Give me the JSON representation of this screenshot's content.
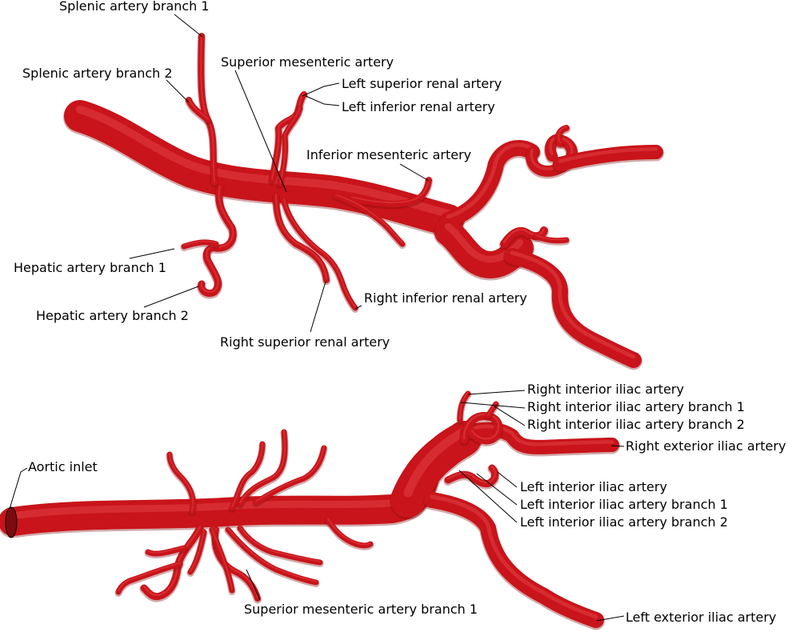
{
  "colors": {
    "vessel": "#c8141a",
    "vessel_dark": "#7e0b0f",
    "vessel_highlight": "#f05a5f",
    "leader": "#000000",
    "background": "#ffffff"
  },
  "top_view": {
    "labels": {
      "splenic_1": "Splenic artery branch 1",
      "splenic_2": "Splenic artery branch 2",
      "sup_mesenteric": "Superior mesenteric artery",
      "left_sup_renal": "Left superior renal artery",
      "left_inf_renal": "Left inferior renal artery",
      "inf_mesenteric": "Inferior mesenteric artery",
      "hepatic_1": "Hepatic artery branch 1",
      "hepatic_2": "Hepatic artery branch 2",
      "right_inf_renal": "Right inferior renal artery",
      "right_sup_renal": "Right superior renal artery"
    }
  },
  "bottom_view": {
    "labels": {
      "aortic_inlet": "Aortic inlet",
      "right_int_iliac": "Right interior iliac artery",
      "right_int_iliac_b1": "Right interior iliac artery branch 1",
      "right_int_iliac_b2": "Right interior iliac artery branch 2",
      "right_ext_iliac": "Right exterior iliac artery",
      "left_int_iliac": "Left interior iliac artery",
      "left_int_iliac_b1": "Left interior iliac artery branch 1",
      "left_int_iliac_b2": "Left interior iliac artery branch 2",
      "sup_mesenteric_b1": "Superior mesenteric artery branch 1",
      "left_ext_iliac": "Left exterior iliac artery"
    }
  }
}
